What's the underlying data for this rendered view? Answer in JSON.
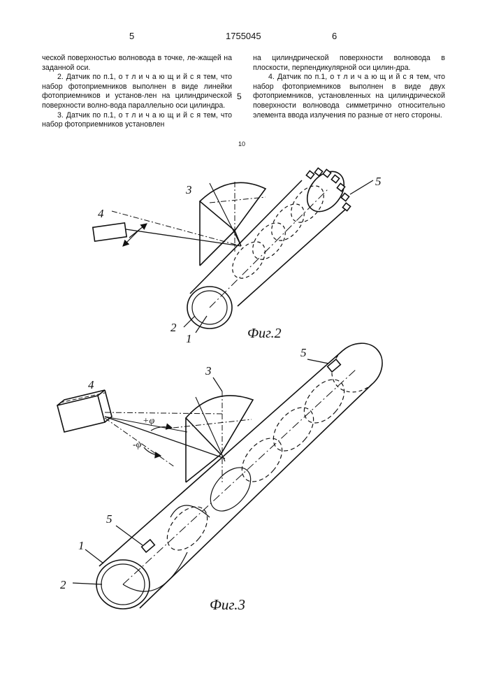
{
  "header": {
    "page_left": "5",
    "patent_number": "1755045",
    "page_right": "6"
  },
  "left_column": [
    "ческой поверхностью волновода в точке, ле-жащей на заданной оси.",
    "2. Датчик по п.1, о т л и ч а ю щ и й с я тем, что набор фотоприемников выполнен в виде линейки фотоприемников и установ-лен на цилиндрической поверхности волно-вода параллельно оси цилиндра.",
    "3. Датчик по п.1, о т л и ч а ю щ и й с я тем, что набор фотоприемников установлен"
  ],
  "right_column": [
    "на цилиндрической поверхности волновода в плоскости, перпендикулярной оси цилин-дра.",
    "4. Датчик по п.1, о т л и ч а ю щ и й с я тем, что набор фотоприемников выполнен в виде двух фотоприемников, установленных на цилиндрической поверхности волновода симметрично относительно элемента ввода излучения по разные от него стороны."
  ],
  "line_numbers": {
    "five": "5",
    "ten": "10"
  },
  "figure2": {
    "caption": "Фиг.2",
    "labels": {
      "l1": "1",
      "l2": "2",
      "l3": "3",
      "l4": "4",
      "l5": "5"
    }
  },
  "figure3": {
    "caption": "Фиг.3",
    "labels": {
      "l1": "1",
      "l2": "2",
      "l3": "3",
      "l4": "4",
      "l5a": "5",
      "l5b": "5",
      "plus_phi": "+φ",
      "minus_phi": "-φ"
    }
  }
}
